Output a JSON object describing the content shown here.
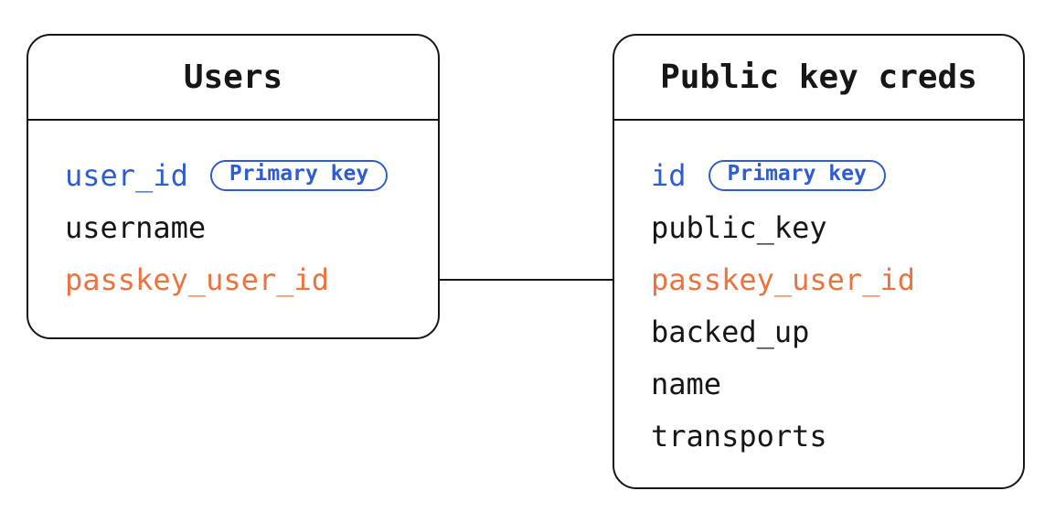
{
  "colors": {
    "background": "#ffffff",
    "line": "#161616",
    "text": "#161616",
    "primary_key_blue": "#2f5dd0",
    "foreign_key_orange": "#eb7340"
  },
  "entities": [
    {
      "title": "Users",
      "fields": [
        {
          "name": "user_id",
          "badge": "Primary key",
          "color": "blue"
        },
        {
          "name": "username",
          "color": "default"
        },
        {
          "name": "passkey_user_id",
          "color": "orange"
        }
      ]
    },
    {
      "title": "Public key creds",
      "fields": [
        {
          "name": "id",
          "badge": "Primary key",
          "color": "blue"
        },
        {
          "name": "public_key",
          "color": "default"
        },
        {
          "name": "passkey_user_id",
          "color": "orange"
        },
        {
          "name": "backed_up",
          "color": "default"
        },
        {
          "name": "name",
          "color": "default"
        },
        {
          "name": "transports",
          "color": "default"
        }
      ]
    }
  ],
  "relationship": {
    "from": "Users.passkey_user_id",
    "to": "Public key creds.passkey_user_id"
  }
}
